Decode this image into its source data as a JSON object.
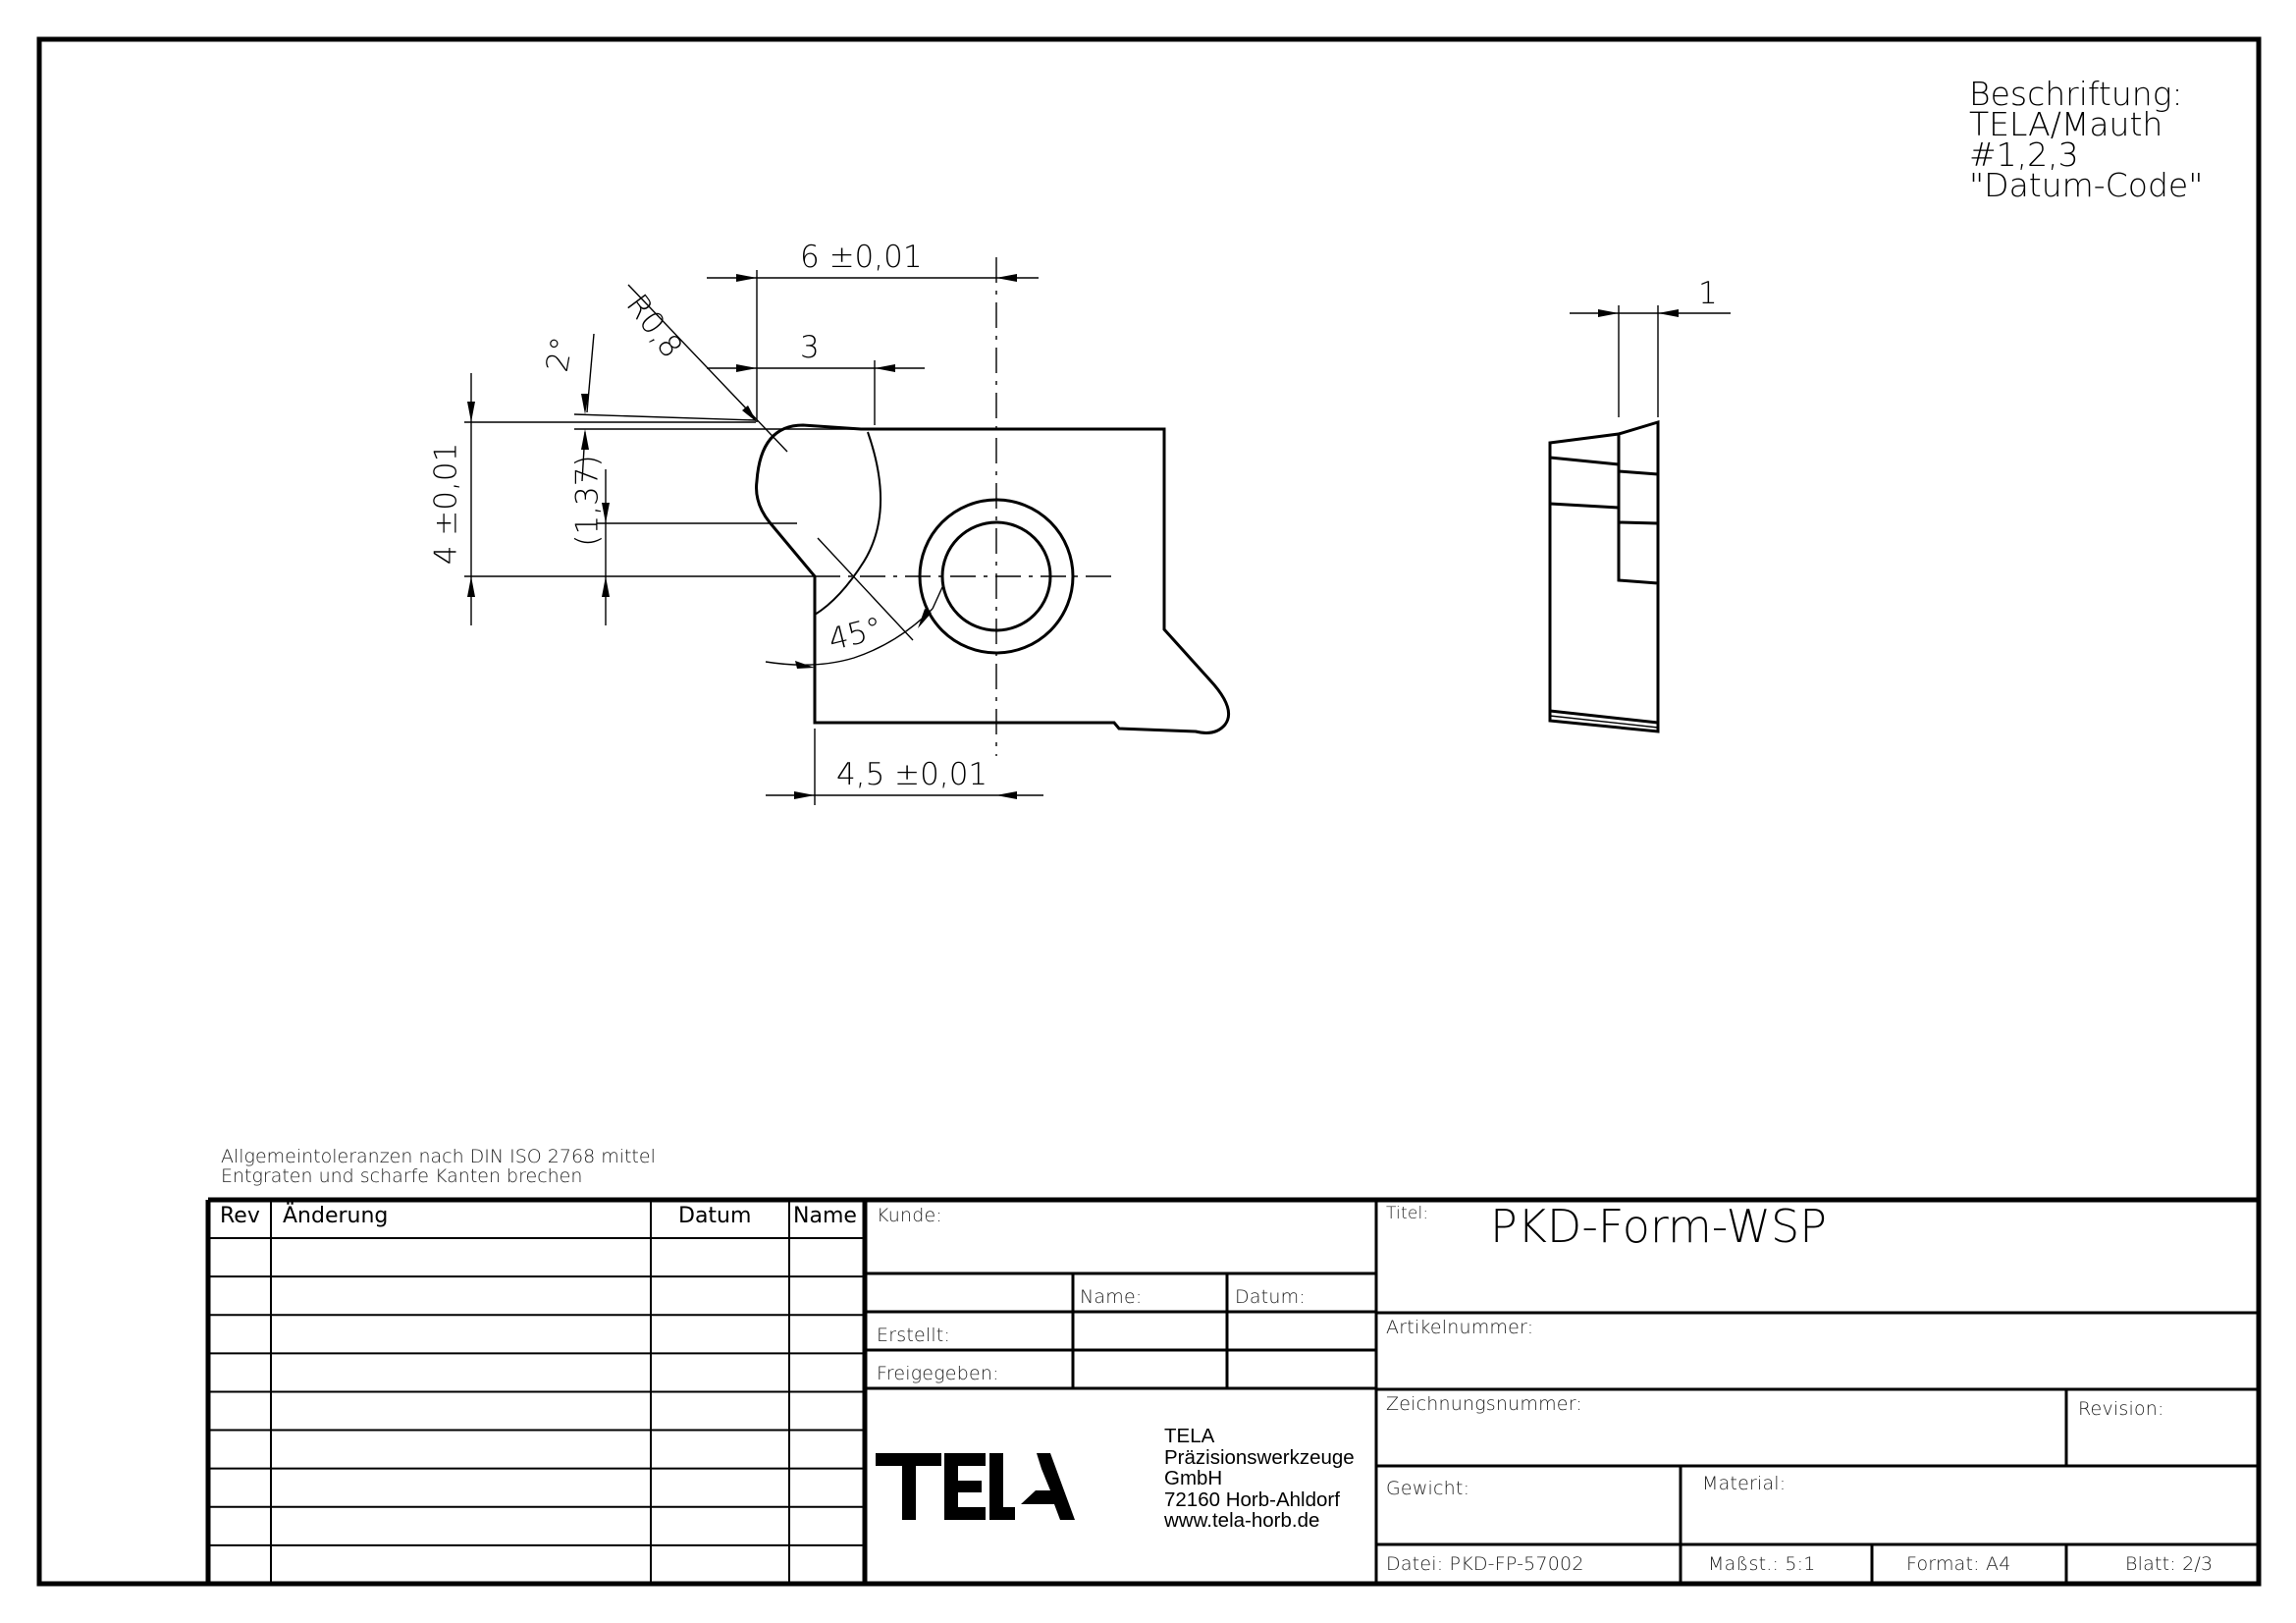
{
  "drawing": {
    "annotation_block": {
      "lines": [
        "Beschriftung:",
        "TELA/Mauth",
        "#1,2,3",
        "\"Datum-Code\""
      ]
    },
    "front_view": {
      "dimensions": {
        "width_top": "6 ±0,01",
        "step_width": "3",
        "height": "4 ±0,01",
        "ref_height": "(1,37)",
        "radius": "R0,8",
        "angle_top": "2°",
        "angle_chamfer": "45°",
        "width_bottom": "4,5 ±0,01"
      }
    },
    "side_view": {
      "dimensions": {
        "thickness": "1"
      }
    }
  },
  "notes": {
    "lines": [
      "Allgemeintoleranzen nach DIN ISO 2768 mittel",
      "Entgraten und scharfe Kanten brechen"
    ]
  },
  "revision_table": {
    "headers": [
      "Rev",
      "Änderung",
      "Datum",
      "Name"
    ],
    "rows": [
      [
        "",
        "",
        "",
        ""
      ],
      [
        "",
        "",
        "",
        ""
      ],
      [
        "",
        "",
        "",
        ""
      ],
      [
        "",
        "",
        "",
        ""
      ],
      [
        "",
        "",
        "",
        ""
      ],
      [
        "",
        "",
        "",
        ""
      ],
      [
        "",
        "",
        "",
        ""
      ],
      [
        "",
        "",
        "",
        ""
      ],
      [
        "",
        "",
        "",
        ""
      ]
    ]
  },
  "approval": {
    "kunde_label": "Kunde:",
    "kunde_value": "",
    "name_header": "Name:",
    "datum_header": "Datum:",
    "erstellt_label": "Erstellt:",
    "freigegeben_label": "Freigegeben:"
  },
  "company": {
    "logo_text": "TELA",
    "lines": [
      "TELA",
      "Präzisionswerkzeuge",
      "GmbH",
      "72160 Horb-Ahldorf",
      "www.tela-horb.de"
    ]
  },
  "title_block": {
    "titel_label": "Titel:",
    "title": "PKD-Form-WSP",
    "artikelnummer_label": "Artikelnummer:",
    "zeichnungsnummer_label": "Zeichnungsnummer:",
    "revision_label": "Revision:",
    "gewicht_label": "Gewicht:",
    "material_label": "Material:",
    "datei": "Datei: PKD-FP-57002",
    "massstab": "Maßst.: 5:1",
    "format": "Format: A4",
    "blatt": "Blatt: 2/3"
  }
}
